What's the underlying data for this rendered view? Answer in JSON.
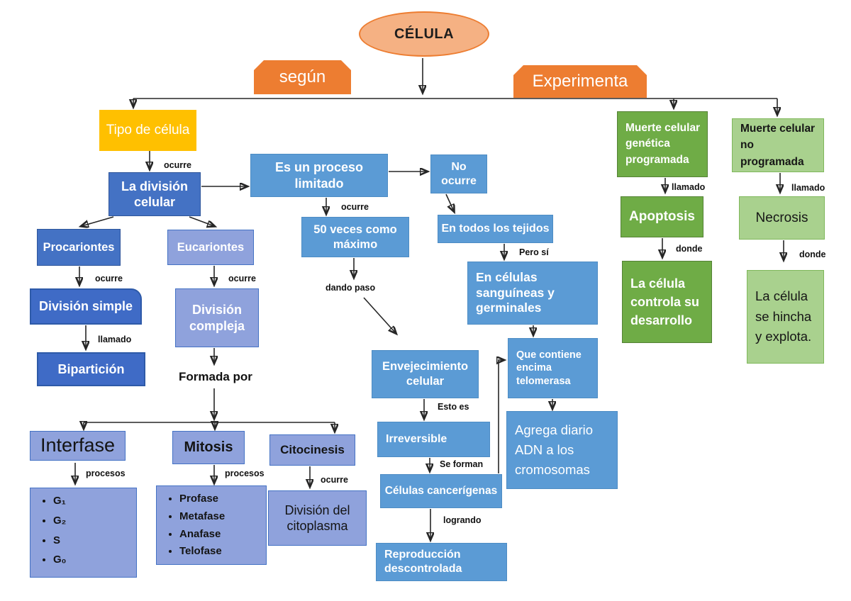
{
  "root": {
    "label": "CÉLULA"
  },
  "branches": {
    "segun": "según",
    "experimenta": "Experimenta"
  },
  "boxes": {
    "tipo_celula": "Tipo de célula",
    "division_celular": "La división celular",
    "procariontes": "Procariontes",
    "division_simple": "División simple",
    "biparticion": "Bipartición",
    "eucariontes": "Eucariontes",
    "division_compleja": "División compleja",
    "es_proceso": "Es un proceso limitado",
    "no_ocurre": "No ocurre",
    "veces": "50 veces como máximo",
    "tejidos": "En todos los tejidos",
    "sanguineas": "En células sanguíneas y germinales",
    "que_contiene": "Que contiene encima telomerasa",
    "agrega": "Agrega diario ADN a los cromosomas",
    "envejecimiento": "Envejecimiento celular",
    "irreversible": "Irreversible",
    "cancerigenas": "Células cancerígenas",
    "reproduccion": "Reproducción descontrolada",
    "interfase": "Interfase",
    "mitosis": "Mitosis",
    "citocinesis": "Citocinesis",
    "citoplasma": "División del citoplasma",
    "muerte_programada": "Muerte celular genética programada",
    "apoptosis": "Apoptosis",
    "controla": "La célula controla su desarrollo",
    "muerte_no_programada": "Muerte celular no programada",
    "necrosis": "Necrosis",
    "hincha": "La célula se hincha y explota."
  },
  "lists": {
    "interfase": [
      "G₁",
      "G₂",
      "S",
      "G₀"
    ],
    "mitosis": [
      "Profase",
      "Metafase",
      "Anafase",
      "Telofase"
    ]
  },
  "edge_labels": {
    "ocurre_tipo": "ocurre",
    "ocurre_proceso": "ocurre",
    "ocurre_procariontes": "ocurre",
    "ocurre_eucariontes": "ocurre",
    "ocurre_citocinesis": "ocurre",
    "llamado_simple": "llamado",
    "llamado_programada": "llamado",
    "llamado_no_programada": "llamado",
    "donde_apoptosis": "donde",
    "donde_necrosis": "donde",
    "dando_paso": "dando paso",
    "pero_si": "Pero sí",
    "esto_es": "Esto es",
    "se_forman": "Se forman",
    "logrando": "logrando",
    "formada_por": "Formada por",
    "procesos_interfase": "procesos",
    "procesos_mitosis": "procesos"
  },
  "colors": {
    "orange": "#ED7D31",
    "orange_light": "#F5B183",
    "gold": "#FFC000",
    "blue": "#4472C4",
    "blue_bright": "#3F6BC6",
    "blue_mid": "#5B9BD5",
    "periwinkle": "#8FA2DC",
    "green": "#6FAC46",
    "green_light": "#A9D18E"
  }
}
